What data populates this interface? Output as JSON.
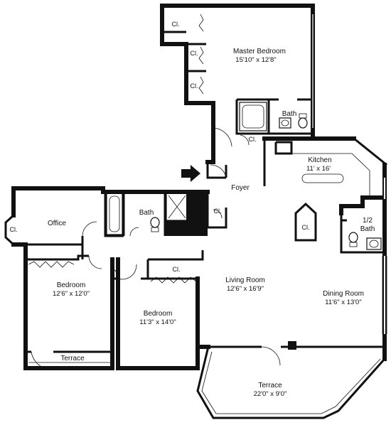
{
  "rooms": {
    "master_bedroom": {
      "name": "Master Bedroom",
      "dim": "15'10\" x 12'8\""
    },
    "kitchen": {
      "name": "Kitchen",
      "dim": "11' x 16'"
    },
    "foyer": {
      "name": "Foyer"
    },
    "office": {
      "name": "Office"
    },
    "bedroom_1": {
      "name": "Bedroom",
      "dim": "12'6\" x 12'0\""
    },
    "bedroom_2": {
      "name": "Bedroom",
      "dim": "11'3\" x 14'0\""
    },
    "living_room": {
      "name": "Living Room",
      "dim": "12'6\" x 16'9\""
    },
    "dining_room": {
      "name": "Dining Room",
      "dim": "11'6\" x 13'0\""
    },
    "half_bath": {
      "name_top": "1/2",
      "name_bottom": "Bath"
    },
    "terrace_main": {
      "name": "Terrace",
      "dim": "22'0\" x 9'0\""
    },
    "terrace_small": {
      "name": "Terrace"
    }
  },
  "labels": {
    "closet": "Cl.",
    "bath": "Bath"
  }
}
